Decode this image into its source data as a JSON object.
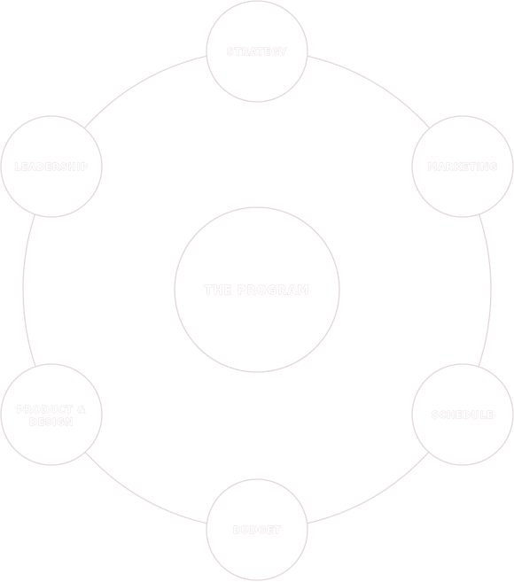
{
  "diagram": {
    "center_label": "THE PROGRAM",
    "nodes": [
      {
        "id": "top",
        "label": "STRATEGY"
      },
      {
        "id": "upper-right",
        "label": "MARKETING"
      },
      {
        "id": "lower-right",
        "label": "SCHEDULE"
      },
      {
        "id": "bottom",
        "label": "BUDGET"
      },
      {
        "id": "lower-left",
        "label": "PRODUCT & DESIGN"
      },
      {
        "id": "upper-left",
        "label": "LEADERSHIP"
      }
    ]
  },
  "colors": {
    "stroke": "#e2d6dc",
    "fill": "#ffffff"
  }
}
